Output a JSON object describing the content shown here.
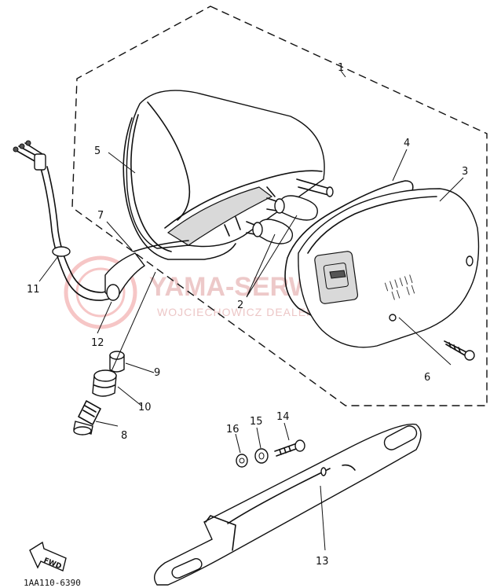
{
  "callouts": [
    {
      "id": "1",
      "label": "1"
    },
    {
      "id": "2",
      "label": "2"
    },
    {
      "id": "3",
      "label": "3"
    },
    {
      "id": "4",
      "label": "4"
    },
    {
      "id": "5",
      "label": "5"
    },
    {
      "id": "6",
      "label": "6"
    },
    {
      "id": "7",
      "label": "7"
    },
    {
      "id": "8",
      "label": "8"
    },
    {
      "id": "9",
      "label": "9"
    },
    {
      "id": "10",
      "label": "10"
    },
    {
      "id": "11",
      "label": "11"
    },
    {
      "id": "12",
      "label": "12"
    },
    {
      "id": "13",
      "label": "13"
    },
    {
      "id": "14",
      "label": "14"
    },
    {
      "id": "15",
      "label": "15"
    },
    {
      "id": "16",
      "label": "16"
    }
  ],
  "direction_marker": "FWD",
  "part_code": "1AA110-6390",
  "watermark": {
    "brand": "YAMA-SERWIS",
    "subtitle": "WOJCIECHOWICZ DEALER YAMAHA",
    "color": "#e8b8b8"
  }
}
